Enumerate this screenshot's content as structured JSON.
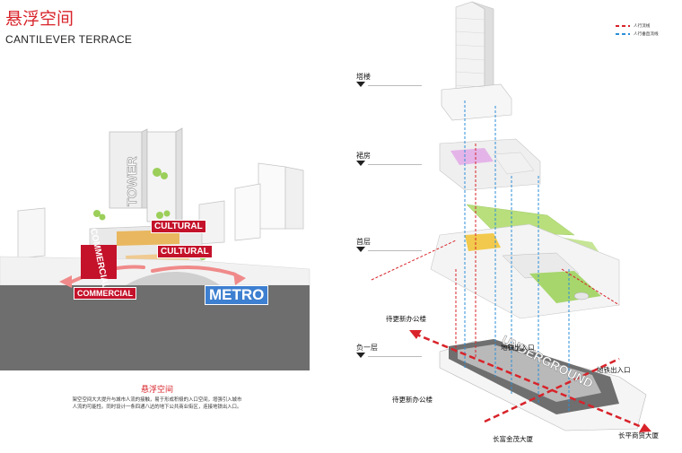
{
  "title": {
    "cn": "悬浮空间",
    "en": "CANTILEVER TERRACE"
  },
  "section": {
    "signs": {
      "tower": "TOWER",
      "cultural_1": "CULTURAL",
      "cultural_2": "CULTURAL",
      "commercial_upper": "COMMERCIAL",
      "commercial_lower": "COMMERCIAL",
      "metro": "METRO"
    }
  },
  "caption": {
    "title": "悬浮空间",
    "line1": "架空空间大大提升与城市人流的接触，易于形成积极的入口空间，增强引入城市",
    "line2": "人流的可能性。同时设计一条四通八达的地下公共商业街区，连接地铁出入口。"
  },
  "legend": {
    "items": [
      {
        "label": "人行流线",
        "color": "#d8232a"
      },
      {
        "label": "人行垂直流线",
        "color": "#2b8fd9"
      }
    ]
  },
  "levels": {
    "tower": "塔楼",
    "podium": "裙房",
    "ground": "首层",
    "basement": "负一层"
  },
  "callouts": {
    "to_renew_office_1": "待更新办公楼",
    "metro_exit_1": "地铁出入口",
    "metro_exit_2": "地铁出入口",
    "to_renew_office_2": "待更新办公楼",
    "changfu": "长富金茂大厦",
    "changping": "长平商贸大厦"
  },
  "underground_label": "UNDERGROUND",
  "colors": {
    "accent_red": "#d8232a",
    "accent_blue": "#2b8fd9",
    "ground_gray": "#6e6e6e",
    "green": "#9bcf5a"
  }
}
